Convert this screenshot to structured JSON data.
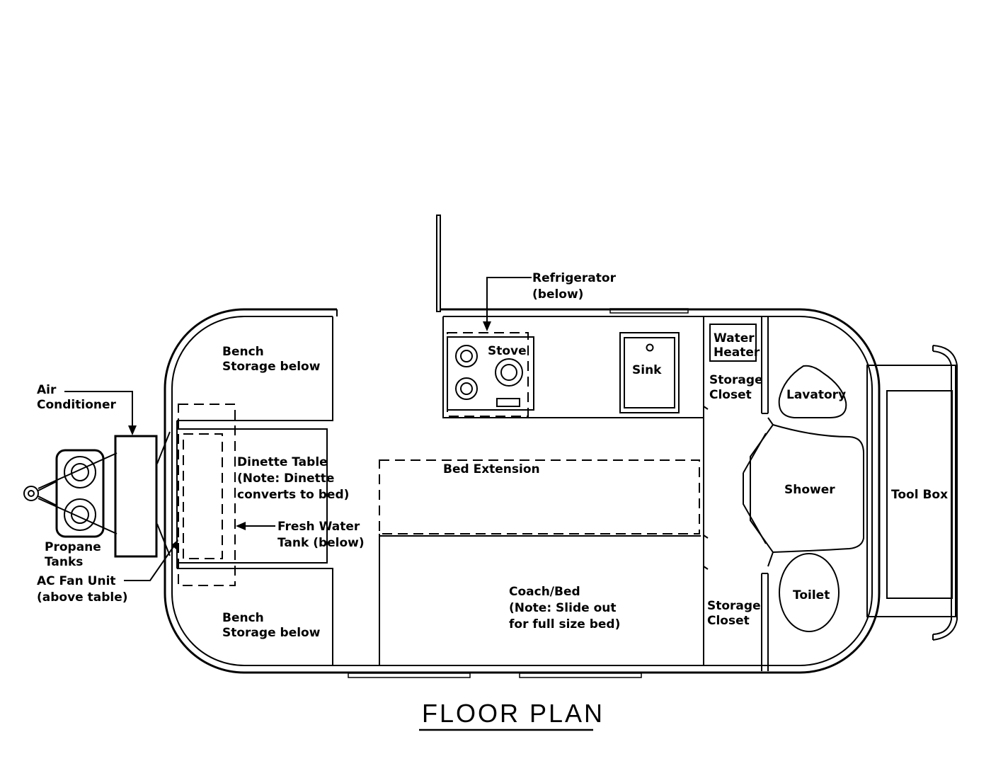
{
  "title": "FLOOR PLAN",
  "labels": {
    "air_conditioner": [
      "Air",
      "Conditioner"
    ],
    "propane_tanks": [
      "Propane",
      "Tanks"
    ],
    "ac_fan_unit": [
      "AC Fan Unit",
      "(above table)"
    ],
    "bench_storage_top": [
      "Bench",
      "Storage below"
    ],
    "bench_storage_bottom": [
      "Bench",
      "Storage below"
    ],
    "dinette_table": [
      "Dinette Table",
      "(Note: Dinette",
      "converts to bed)"
    ],
    "fresh_water_tank": [
      "Fresh Water",
      "Tank (below)"
    ],
    "refrigerator": [
      "Refrigerator",
      "(below)"
    ],
    "stove": "Stove",
    "sink": "Sink",
    "water_heater": [
      "Water",
      "Heater"
    ],
    "storage_closet_top": [
      "Storage",
      "Closet"
    ],
    "storage_closet_bottom": [
      "Storage",
      "Closet"
    ],
    "bed_extension": "Bed Extension",
    "coach_bed": [
      "Coach/Bed",
      "(Note: Slide out",
      "for full size bed)"
    ],
    "lavatory": "Lavatory",
    "shower": "Shower",
    "toilet": "Toilet",
    "tool_box": "Tool Box"
  }
}
